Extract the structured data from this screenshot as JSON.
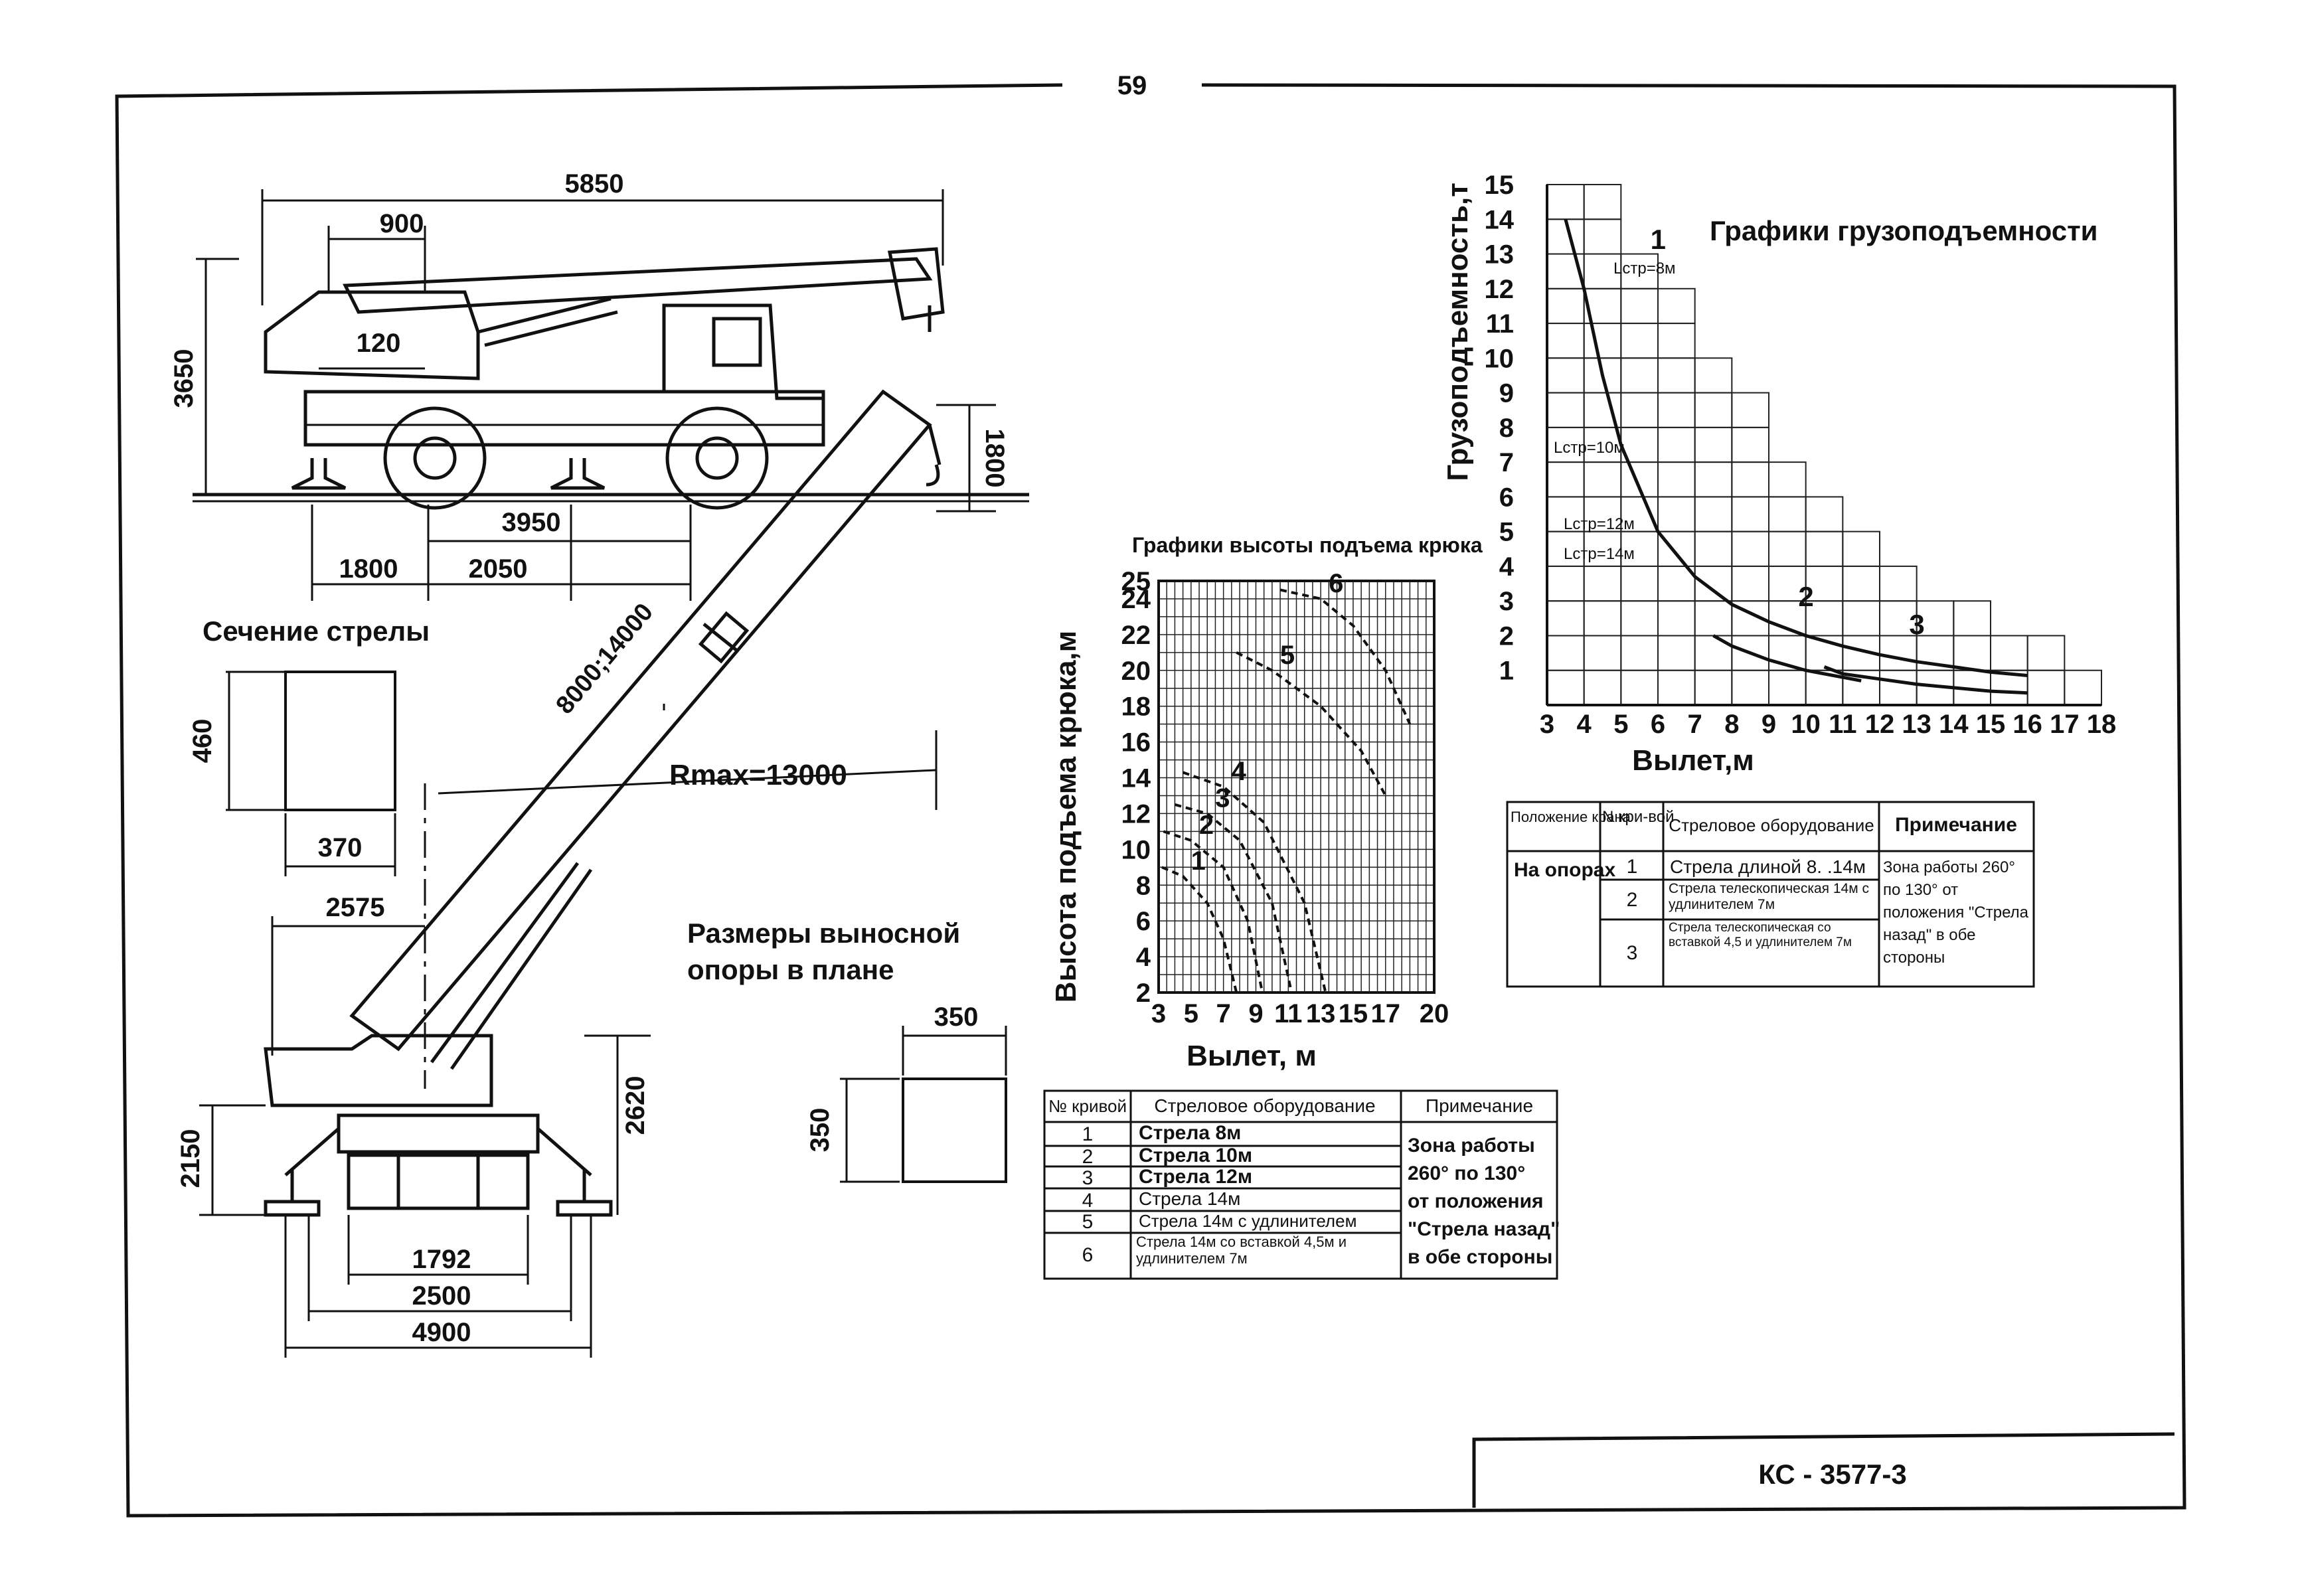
{
  "page_number": "59",
  "doc_code": "КС - 3577-3",
  "side_view": {
    "dims": {
      "overall_length": "5850",
      "d900": "900",
      "d120": "120",
      "height": "3650",
      "d3950": "3950",
      "d1800": "1800",
      "d2050": "2050",
      "hook_height": "1800"
    }
  },
  "boom_section": {
    "title": "Сечение стрелы",
    "height": "460",
    "width": "370"
  },
  "front_view": {
    "boom_length": "8000;14000",
    "rmax": "Rmax=13000",
    "dims": {
      "d2575": "2575",
      "d2620": "2620",
      "d2150": "2150",
      "d1792": "1792",
      "d2500": "2500",
      "d4900": "4900"
    }
  },
  "outrigger": {
    "title_line1": "Размеры выносной",
    "title_line2": "опоры в плане",
    "width": "350",
    "height": "350"
  },
  "hook_chart": {
    "title": "Графики высоты подъема крюка",
    "xlabel": "Вылет, м",
    "ylabel": "Высота подъема крюка,м",
    "table": {
      "headers": [
        "№ кривой",
        "Стреловое оборудование",
        "Примечание"
      ],
      "rows": [
        {
          "n": "1",
          "equip": "Стрела 8м"
        },
        {
          "n": "2",
          "equip": "Стрела 10м"
        },
        {
          "n": "3",
          "equip": "Стрела 12м"
        },
        {
          "n": "4",
          "equip": "Стрела 14м"
        },
        {
          "n": "5",
          "equip": "Стрела 14м с удлинителем"
        },
        {
          "n": "6",
          "equip": "Стрела 14м со вставкой 4,5м и удлинителем 7м"
        }
      ],
      "note_lines": [
        "Зона работы",
        "260° по 130°",
        "от положения",
        "\"Стрела назад\"",
        "в обе стороны"
      ]
    }
  },
  "load_chart": {
    "title": "Графики грузоподъемности",
    "xlabel": "Вылет,м",
    "ylabel": "Грузоподъемность,т",
    "boom_labels": [
      "Lстр=8м",
      "Lстр=10м",
      "Lстр=12м",
      "Lстр=14м"
    ],
    "table": {
      "headers": [
        "Положение крана",
        "N кри-вой",
        "Стреловое оборудование",
        "Примечание"
      ],
      "position": "На опорах",
      "rows": [
        {
          "n": "1",
          "equip": "Стрела длиной 8. .14м"
        },
        {
          "n": "2",
          "equip": "Стрела телескопическая 14м с удлинителем 7м"
        },
        {
          "n": "3",
          "equip": "Стрела телескопическая со вставкой 4,5 и удлинителем 7м"
        }
      ],
      "note": "Зона работы 260° по 130° от положения \"Стрела назад\" в обе стороны"
    }
  },
  "chart_data": [
    {
      "type": "line",
      "title": "Графики высоты подъема крюка",
      "xlabel": "Вылет, м",
      "ylabel": "Высота подъема крюка,м",
      "xlim": [
        3,
        20
      ],
      "ylim": [
        2,
        25
      ],
      "x_ticks": [
        3,
        5,
        7,
        9,
        11,
        13,
        15,
        17,
        20
      ],
      "y_ticks": [
        2,
        4,
        6,
        8,
        10,
        12,
        14,
        16,
        18,
        20,
        22,
        24,
        25
      ],
      "grid": true,
      "series": [
        {
          "name": "1",
          "points": [
            [
              3.2,
              9
            ],
            [
              4.5,
              8.5
            ],
            [
              6,
              7
            ],
            [
              7,
              5
            ],
            [
              7.8,
              2
            ]
          ]
        },
        {
          "name": "2",
          "points": [
            [
              3.3,
              11
            ],
            [
              5,
              10.5
            ],
            [
              7,
              9
            ],
            [
              8.5,
              6
            ],
            [
              9.4,
              2
            ]
          ]
        },
        {
          "name": "3",
          "points": [
            [
              4,
              12.5
            ],
            [
              6,
              12
            ],
            [
              8,
              10.5
            ],
            [
              10,
              7
            ],
            [
              11.2,
              2
            ]
          ]
        },
        {
          "name": "4",
          "points": [
            [
              4.5,
              14.3
            ],
            [
              7,
              13.5
            ],
            [
              9.5,
              11.5
            ],
            [
              12,
              7
            ],
            [
              13.3,
              2
            ]
          ]
        },
        {
          "name": "5",
          "points": [
            [
              7.8,
              21
            ],
            [
              10,
              20
            ],
            [
              13,
              18
            ],
            [
              15.5,
              15.5
            ],
            [
              17,
              13
            ]
          ]
        },
        {
          "name": "6",
          "points": [
            [
              10.5,
              24.5
            ],
            [
              13,
              24
            ],
            [
              15,
              22.5
            ],
            [
              17,
              20
            ],
            [
              18.5,
              17
            ]
          ]
        }
      ]
    },
    {
      "type": "line",
      "title": "Графики грузоподъемности",
      "xlabel": "Вылет,м",
      "ylabel": "Грузоподъемность,т",
      "xlim": [
        3,
        18
      ],
      "ylim": [
        0,
        15
      ],
      "x_ticks": [
        3,
        4,
        5,
        6,
        7,
        8,
        9,
        10,
        11,
        12,
        13,
        14,
        15,
        16,
        17,
        18
      ],
      "y_ticks": [
        1,
        2,
        3,
        4,
        5,
        6,
        7,
        8,
        9,
        10,
        11,
        12,
        13,
        14,
        15
      ],
      "grid": true,
      "series": [
        {
          "name": "1",
          "points": [
            [
              3.5,
              14
            ],
            [
              4,
              12
            ],
            [
              4.5,
              9.5
            ],
            [
              5,
              7.5
            ],
            [
              6,
              5
            ],
            [
              7,
              3.7
            ],
            [
              8,
              2.9
            ],
            [
              9,
              2.4
            ],
            [
              10,
              2
            ],
            [
              11,
              1.7
            ],
            [
              12,
              1.45
            ],
            [
              13,
              1.25
            ],
            [
              14,
              1.1
            ],
            [
              15,
              0.95
            ],
            [
              16,
              0.85
            ]
          ]
        },
        {
          "name": "2",
          "points": [
            [
              7.5,
              2
            ],
            [
              8,
              1.7
            ],
            [
              9,
              1.3
            ],
            [
              10,
              1
            ],
            [
              11,
              0.8
            ],
            [
              11.5,
              0.7
            ]
          ]
        },
        {
          "name": "3",
          "points": [
            [
              10.5,
              1.1
            ],
            [
              11,
              0.9
            ],
            [
              12,
              0.75
            ],
            [
              13,
              0.6
            ],
            [
              14,
              0.5
            ],
            [
              15,
              0.4
            ],
            [
              16,
              0.35
            ]
          ]
        }
      ]
    }
  ]
}
